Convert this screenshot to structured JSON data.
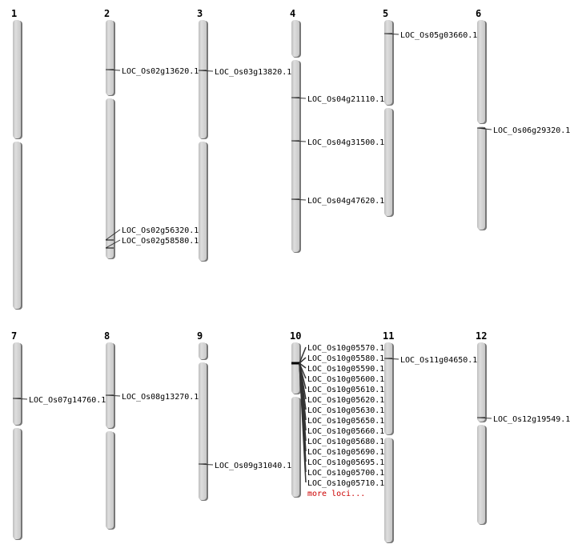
{
  "chromosomes": [
    {
      "name": "1",
      "loci": []
    },
    {
      "name": "2",
      "loci": [
        "LOC_Os02g13620.1",
        "LOC_Os02g56320.1",
        "LOC_Os02g58580.1"
      ]
    },
    {
      "name": "3",
      "loci": [
        "LOC_Os03g13820.1"
      ]
    },
    {
      "name": "4",
      "loci": [
        "LOC_Os04g21110.1",
        "LOC_Os04g31500.1",
        "LOC_Os04g47620.1"
      ]
    },
    {
      "name": "5",
      "loci": [
        "LOC_Os05g03660.1"
      ]
    },
    {
      "name": "6",
      "loci": [
        "LOC_Os06g29320.1"
      ]
    },
    {
      "name": "7",
      "loci": [
        "LOC_Os07g14760.1"
      ]
    },
    {
      "name": "8",
      "loci": [
        "LOC_Os08g13270.1"
      ]
    },
    {
      "name": "9",
      "loci": [
        "LOC_Os09g31040.1"
      ]
    },
    {
      "name": "10",
      "loci": [
        "LOC_Os10g05570.1",
        "LOC_Os10g05580.1",
        "LOC_Os10g05590.1",
        "LOC_Os10g05600.1",
        "LOC_Os10g05610.1",
        "LOC_Os10g05620.1",
        "LOC_Os10g05630.1",
        "LOC_Os10g05650.1",
        "LOC_Os10g05660.1",
        "LOC_Os10g05680.1",
        "LOC_Os10g05690.1",
        "LOC_Os10g05695.1",
        "LOC_Os10g05700.1",
        "LOC_Os10g05710.1"
      ],
      "more": "more loci..."
    },
    {
      "name": "11",
      "loci": [
        "LOC_Os11g04650.1"
      ]
    },
    {
      "name": "12",
      "loci": [
        "LOC_Os12g19549.1"
      ]
    }
  ],
  "colors": {
    "chromosome": "#d2d2d2",
    "shadow": "#777777",
    "more": "#cc0000"
  }
}
